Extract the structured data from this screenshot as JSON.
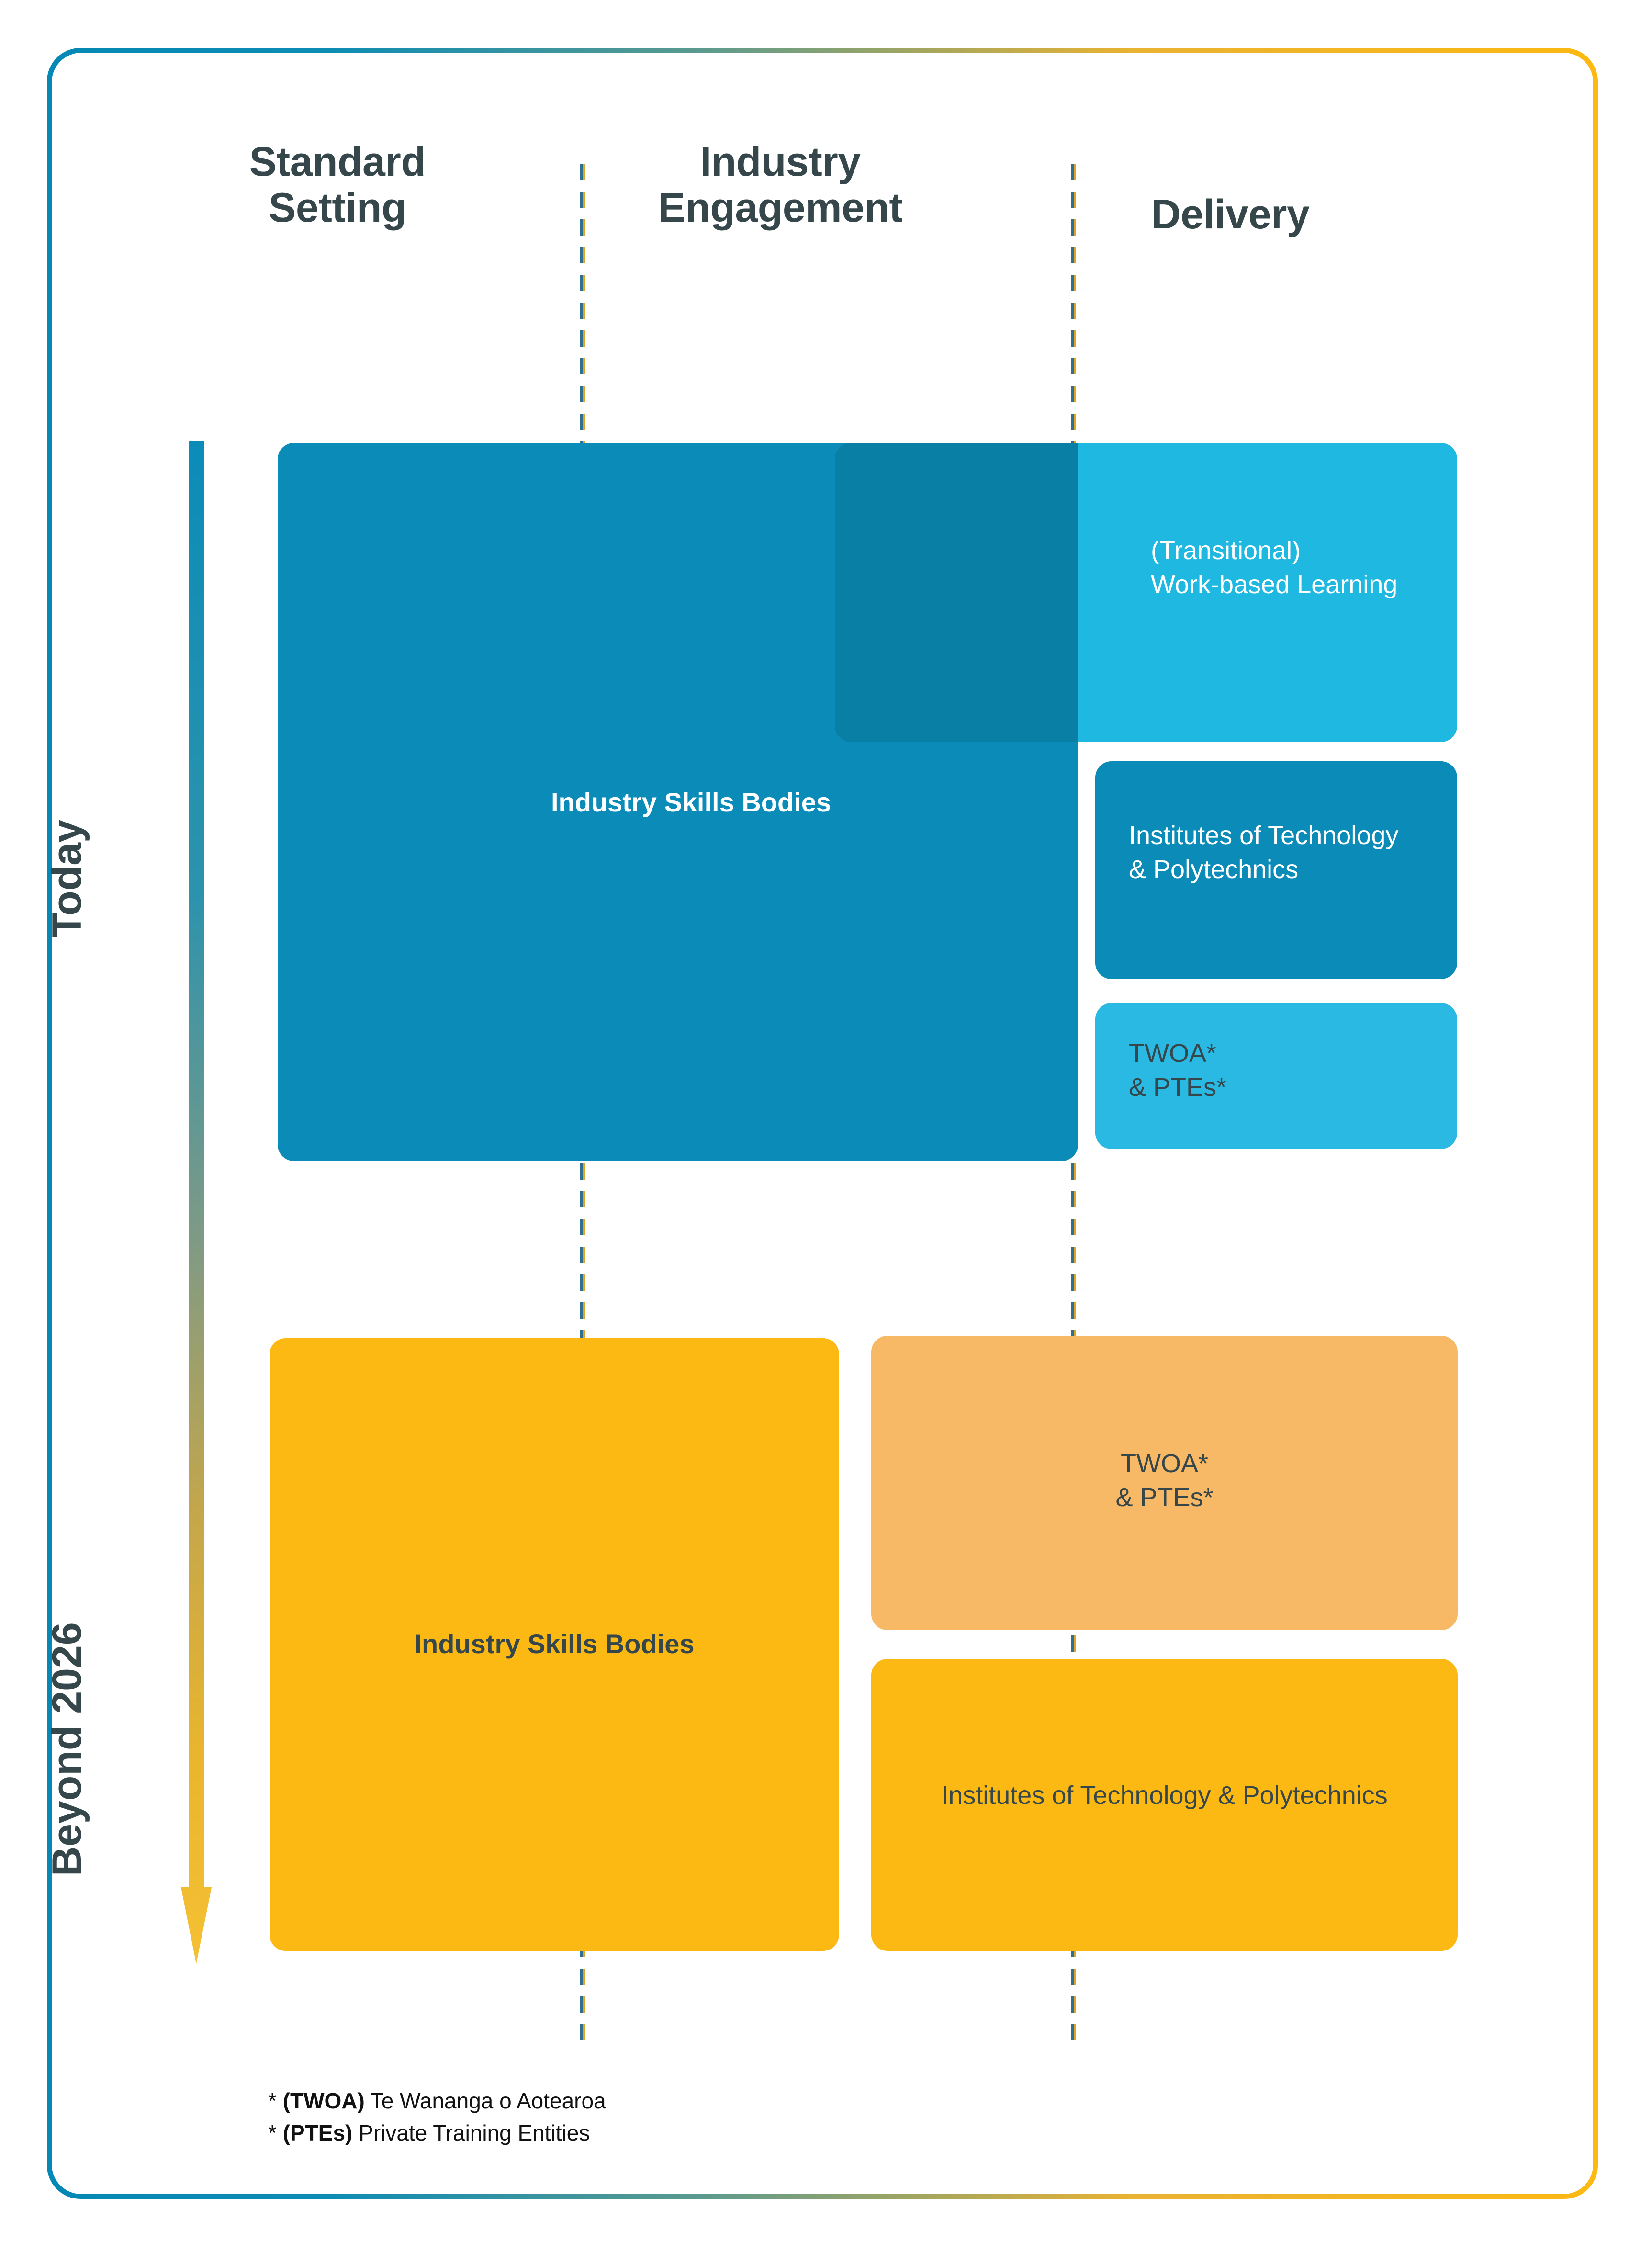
{
  "diagram": {
    "title_columns": {
      "standard_setting": "Standard\nSetting",
      "industry_engagement": "Industry\nEngagement",
      "delivery": "Delivery"
    },
    "eras": {
      "today": "Today",
      "beyond": "Beyond 2026"
    },
    "boxes": {
      "isb_today": "Industry Skills Bodies",
      "wbl_today": "(Transitional)\nWork-based Learning",
      "itp_today": "Institutes of Technology\n& Polytechnics",
      "twoa_today": "TWOA*\n& PTEs*",
      "isb_future": "Industry Skills Bodies",
      "twoa_future": "TWOA*\n& PTEs*",
      "itp_future": "Institutes of Technology & Polytechnics"
    },
    "footnotes": {
      "twoa_marker": "* ",
      "twoa_abbr": "(TWOA)",
      "twoa_text": " Te Wananga o Aotearoa",
      "ptes_marker": "* ",
      "ptes_abbr": "(PTEs)",
      "ptes_text": " Private Training Entities"
    },
    "colors": {
      "frame_start": "#0588b5",
      "frame_end": "#fcb913",
      "blue_primary": "#0b8cb8",
      "blue_light": "#1eb8e0",
      "blue_light_alt": "#29b9e3",
      "blue_overlap": "#0a7fa6",
      "orange_primary": "#fcb913",
      "orange_light": "#f7b965",
      "text_dark": "#36474b",
      "text_light": "#ffffff",
      "dash_blue": "#2f6f8f",
      "dash_gold": "#e0a427",
      "arrow_top": "#0b8cb8",
      "arrow_bottom": "#f5c033"
    }
  },
  "chart_data": {
    "type": "diagram",
    "title": "Vocational education system — today vs beyond 2026",
    "columns": [
      "Standard Setting",
      "Industry Engagement",
      "Delivery"
    ],
    "rows": [
      "Today",
      "Beyond 2026"
    ],
    "entities": [
      {
        "row": "Today",
        "label": "Industry Skills Bodies",
        "columns": [
          "Standard Setting",
          "Industry Engagement"
        ],
        "color": "#0b8cb8"
      },
      {
        "row": "Today",
        "label": "(Transitional) Work-based Learning",
        "columns": [
          "Industry Engagement",
          "Delivery"
        ],
        "color": "#1eb8e0"
      },
      {
        "row": "Today",
        "label": "Institutes of Technology & Polytechnics",
        "columns": [
          "Delivery"
        ],
        "color": "#0b8cb8"
      },
      {
        "row": "Today",
        "label": "TWOA* & PTEs*",
        "columns": [
          "Delivery"
        ],
        "color": "#29b9e3"
      },
      {
        "row": "Beyond 2026",
        "label": "Industry Skills Bodies",
        "columns": [
          "Standard Setting",
          "Industry Engagement"
        ],
        "color": "#fcb913"
      },
      {
        "row": "Beyond 2026",
        "label": "TWOA* & PTEs*",
        "columns": [
          "Delivery"
        ],
        "color": "#f7b965"
      },
      {
        "row": "Beyond 2026",
        "label": "Institutes of Technology & Polytechnics",
        "columns": [
          "Delivery"
        ],
        "color": "#fcb913"
      }
    ]
  }
}
